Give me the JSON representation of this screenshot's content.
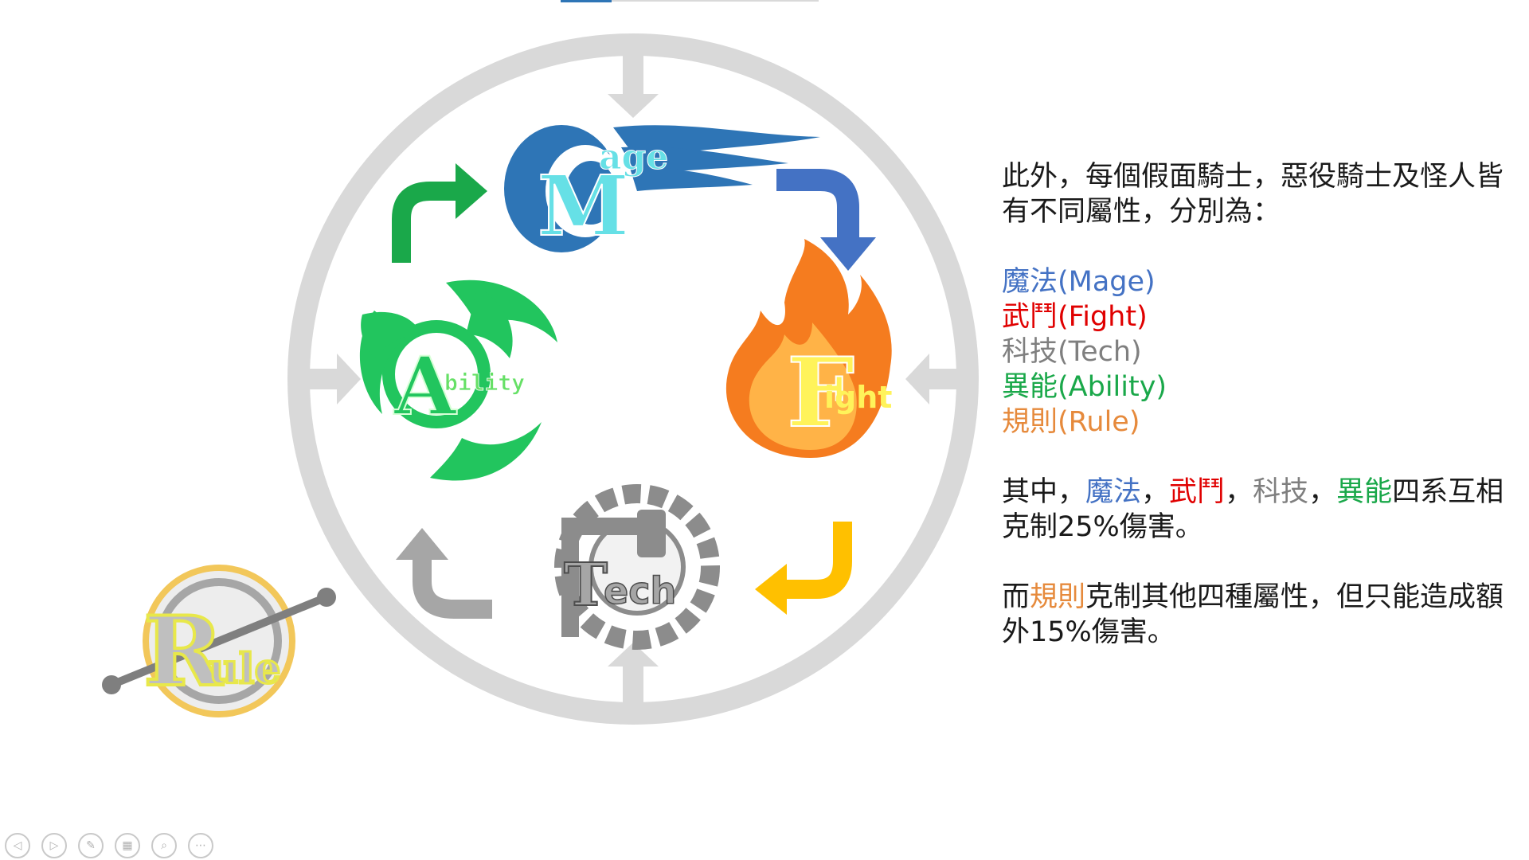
{
  "diagram": {
    "labels": {
      "mage": "Mage",
      "fight": "Fight",
      "tech": "Tech",
      "ability": "Ability",
      "rule": "Rule"
    },
    "colors": {
      "ring": "#d9d9d9",
      "mage": "#2e75b6",
      "mage_text": "#66e0e6",
      "fight": "#f57c1f",
      "fight_text": "#fff35a",
      "tech": "#8c8c8c",
      "ability": "#22c55e",
      "rule": "#c9c9b8",
      "rule_text": "#e8e84a",
      "arrow_green": "#1aa84a",
      "arrow_blue": "#4472c4",
      "arrow_yellow": "#ffc000",
      "arrow_gray": "#a6a6a6"
    }
  },
  "text": {
    "intro": "此外，每個假面騎士，惡役騎士及怪人皆有不同屬性，分別為：",
    "attributes": [
      {
        "label": "魔法(Mage)",
        "color": "#4472c4"
      },
      {
        "label": "武鬥(Fight)",
        "color": "#e00000"
      },
      {
        "label": "科技(Tech)",
        "color": "#7f7f7f"
      },
      {
        "label": "異能(Ability)",
        "color": "#1aa84a"
      },
      {
        "label": "規則(Rule)",
        "color": "#e68a3c"
      }
    ],
    "p2": {
      "prefix": "其中，",
      "mage": "魔法",
      "sep1": "，",
      "fight": "武鬥",
      "sep2": "，",
      "tech": "科技",
      "sep3": "，",
      "ability": "異能",
      "suffix": "四系互相克制25%傷害。"
    },
    "p3": {
      "prefix": "而",
      "rule": "規則",
      "suffix": "克制其他四種屬性，但只能造成額外15%傷害。"
    }
  },
  "toolbar": {
    "buttons": [
      {
        "icon": "previous-icon",
        "glyph": "◁"
      },
      {
        "icon": "next-icon",
        "glyph": "▷"
      },
      {
        "icon": "pen-icon",
        "glyph": "✎"
      },
      {
        "icon": "slides-icon",
        "glyph": "▦"
      },
      {
        "icon": "zoom-icon",
        "glyph": "⌕"
      },
      {
        "icon": "more-icon",
        "glyph": "⋯"
      }
    ]
  }
}
